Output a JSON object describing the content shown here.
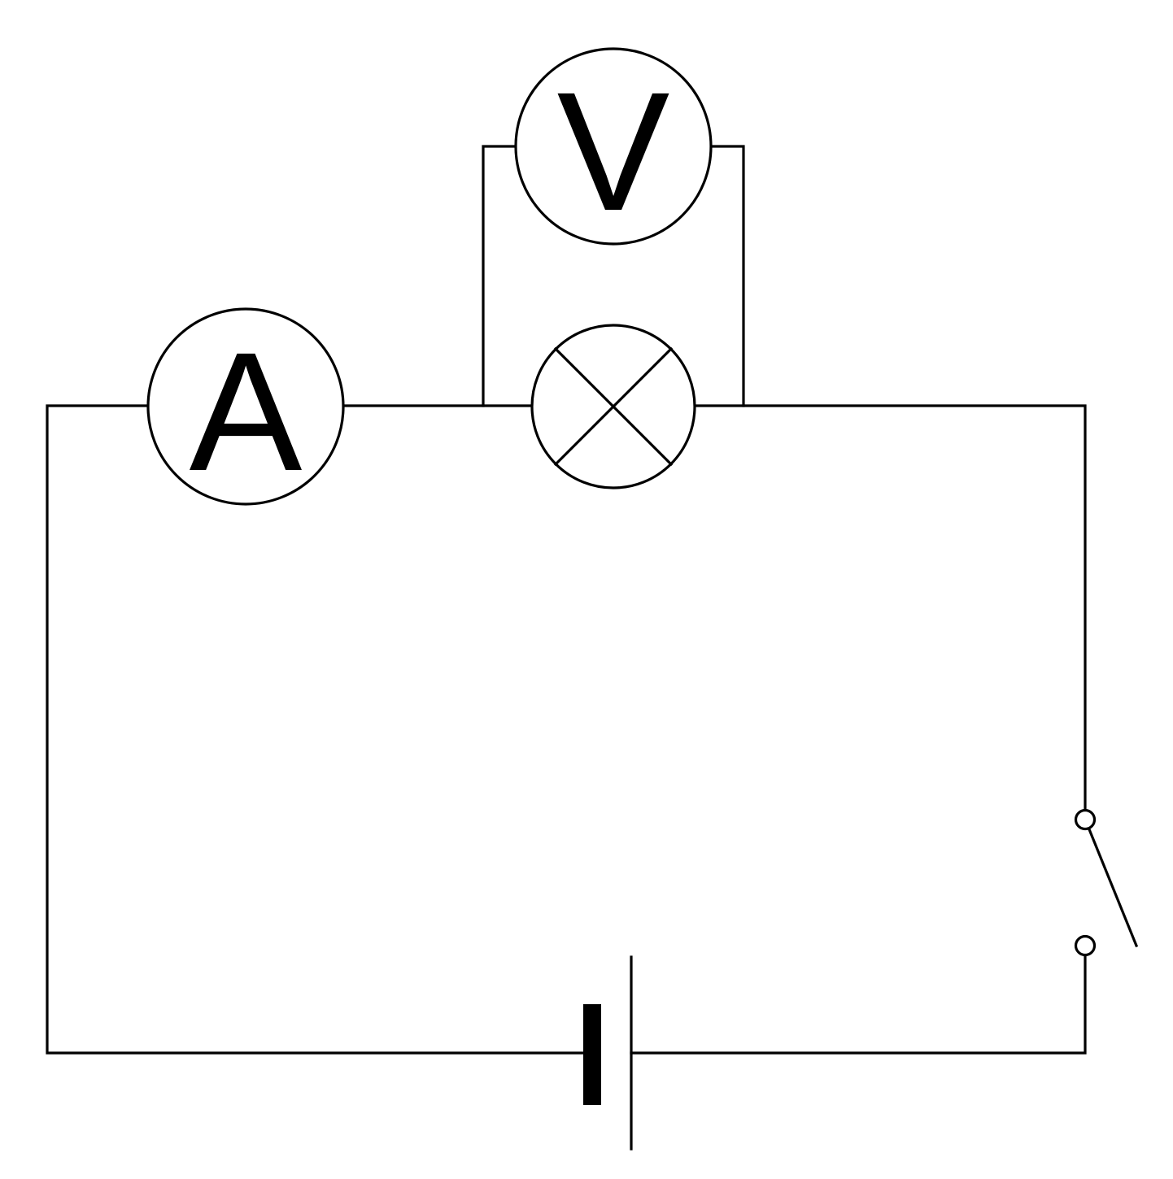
{
  "diagram": {
    "ammeter": {
      "label": "A"
    },
    "voltmeter": {
      "label": "V"
    },
    "lamp": {},
    "switch": {
      "state": "open"
    },
    "cell": {}
  },
  "colors": {
    "stroke": "#000000",
    "background": "#ffffff"
  }
}
